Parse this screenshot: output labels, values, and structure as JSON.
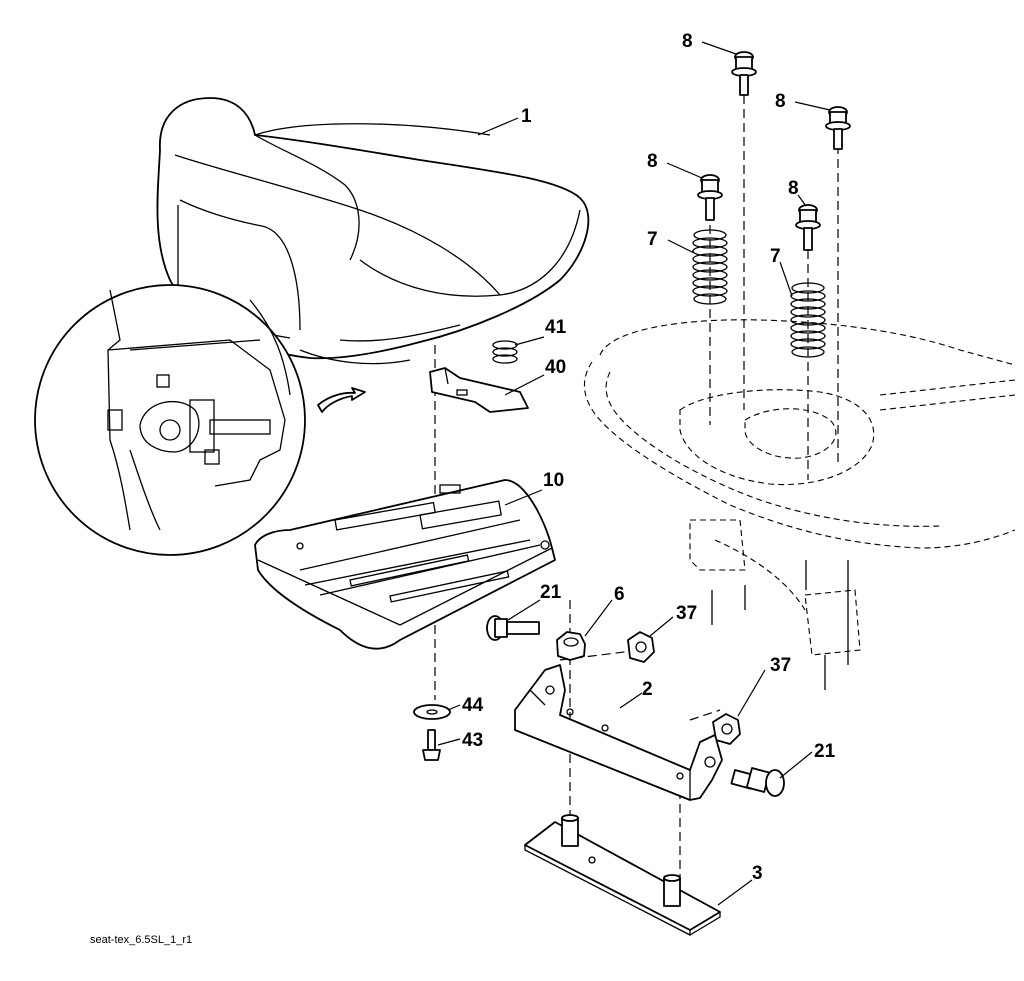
{
  "diagram": {
    "caption": "seat-tex_6.5SL_1_r1",
    "callouts": {
      "seat": "1",
      "seat_pan": "10",
      "spring": "41",
      "clip": "40",
      "bolt_tl": "8",
      "bolt_tr": "8",
      "bolt_ml": "8",
      "bolt_mr": "8",
      "spring_l": "7",
      "spring_r": "7",
      "bolt_21_left": "21",
      "nut_6": "6",
      "nut_37_upper": "37",
      "nut_37_lower": "37",
      "bracket": "2",
      "bolt_21_right": "21",
      "washer": "44",
      "screw": "43",
      "plate": "3"
    }
  }
}
